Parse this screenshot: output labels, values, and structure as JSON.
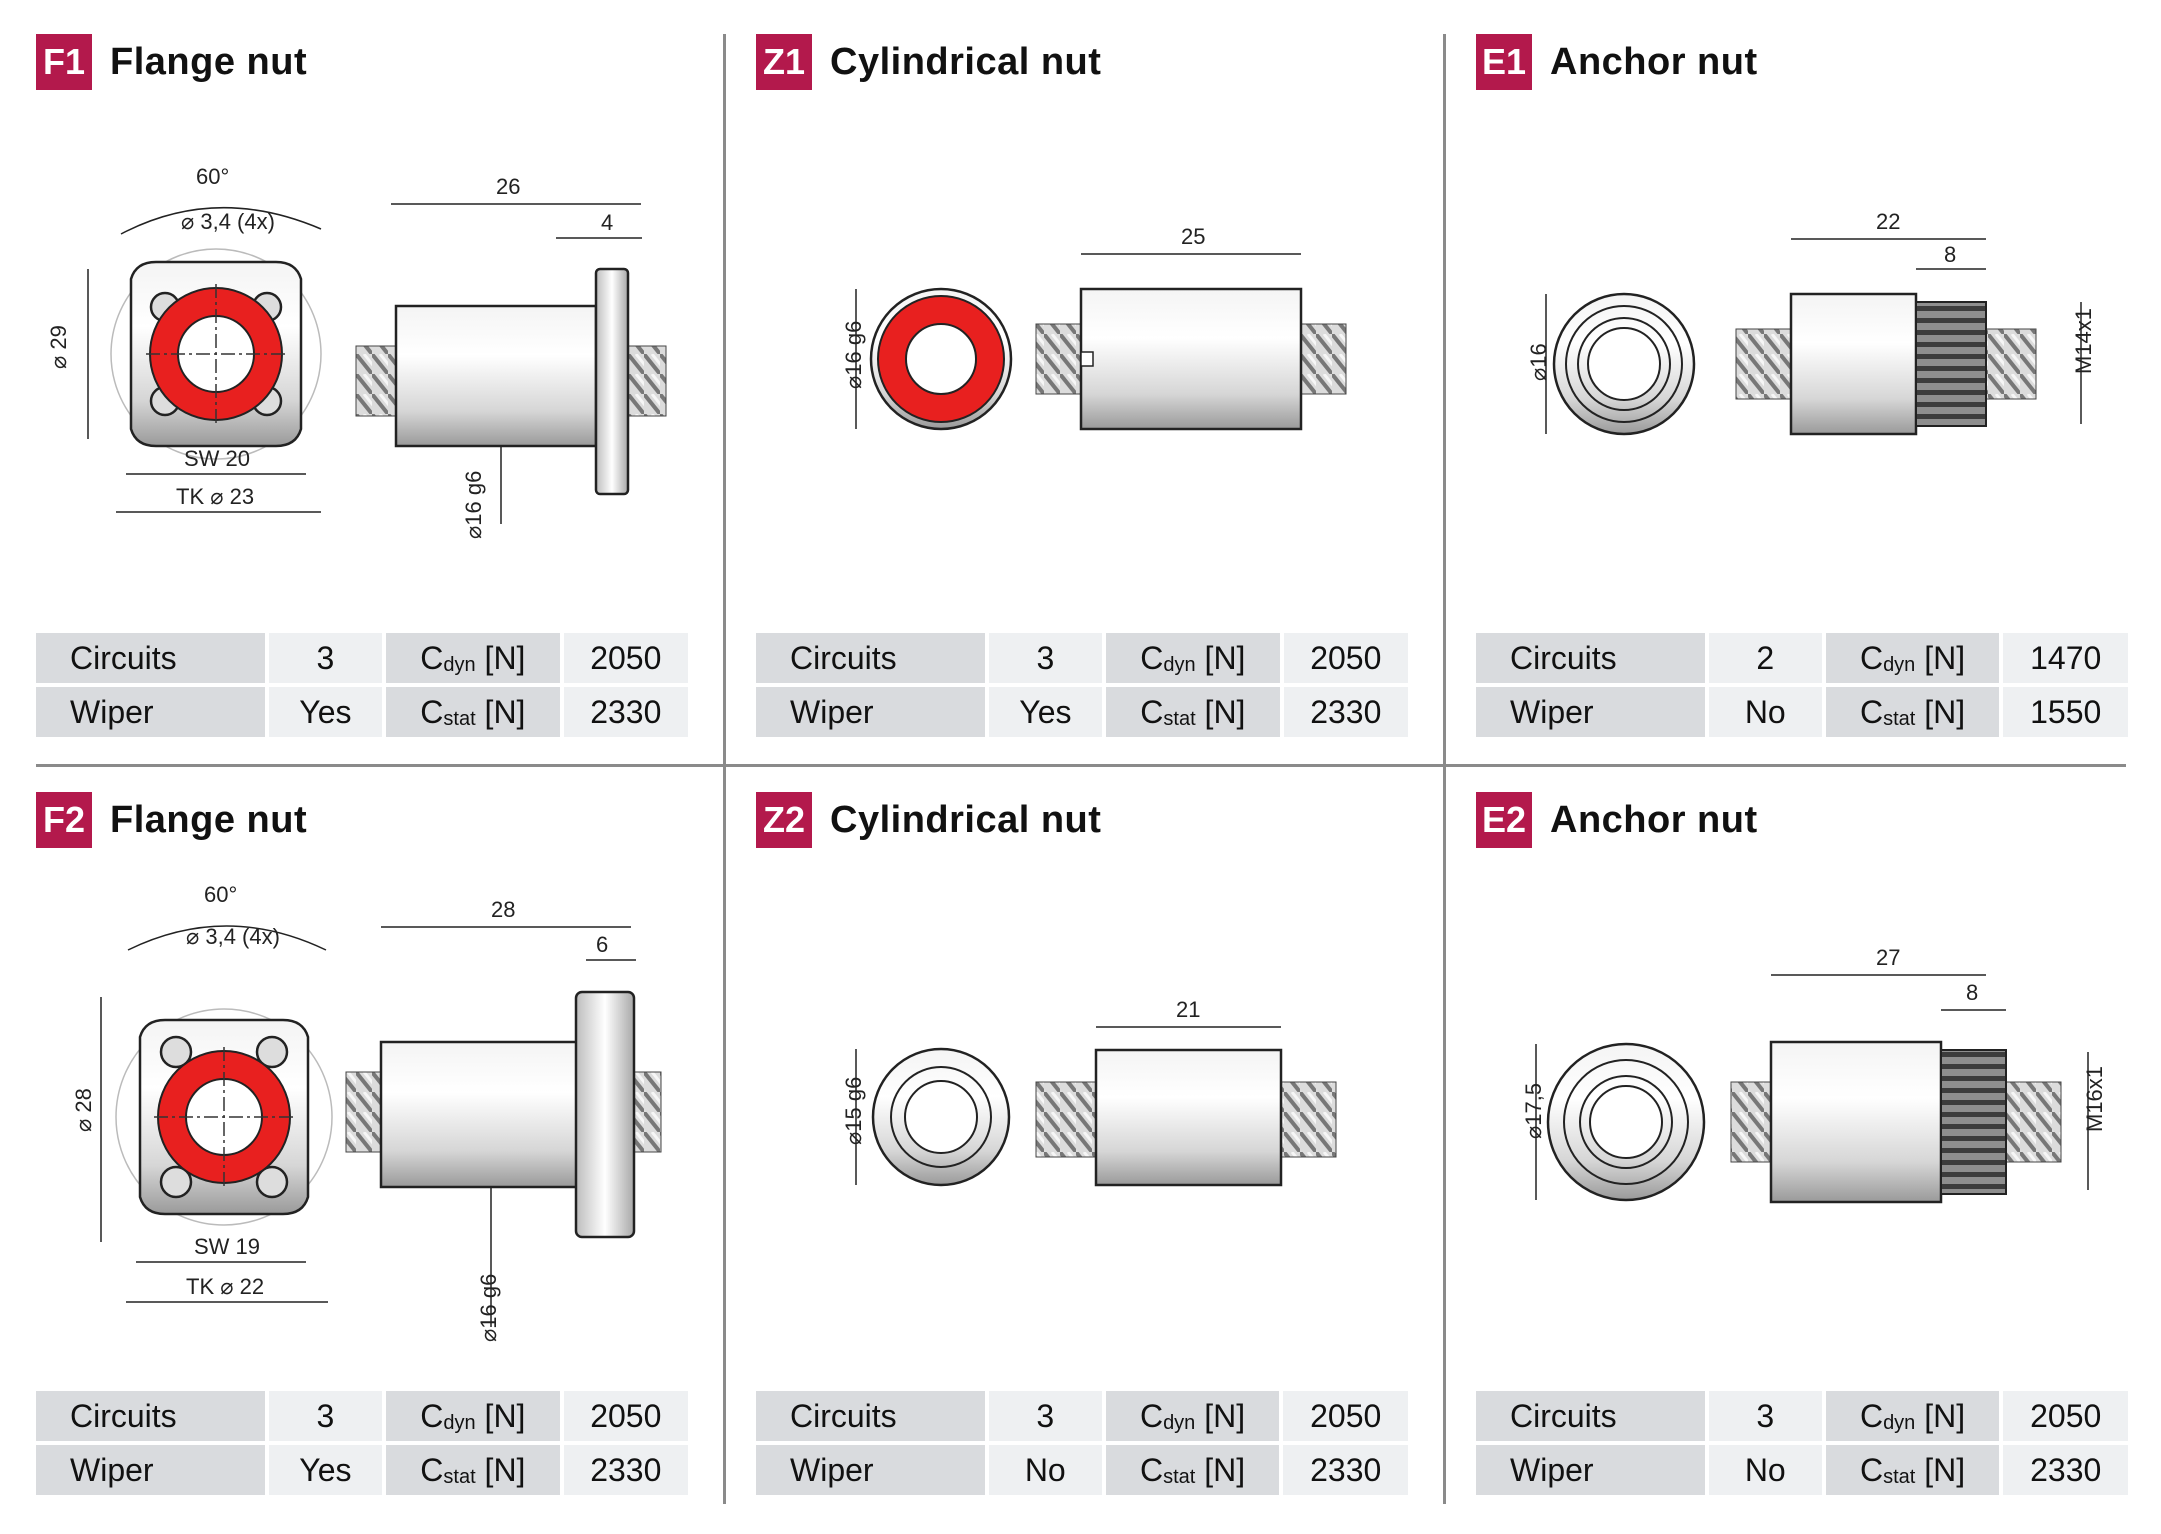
{
  "colors": {
    "accent": "#b3194c",
    "seal_red": "#e8201f"
  },
  "panels": [
    {
      "code": "F1",
      "title": "Flange nut",
      "dims": {
        "angle": "60°",
        "holes": "3,4 (4x)",
        "outer": "29",
        "sw": "SW 20",
        "tk": "TK ⌀ 23",
        "length": "26",
        "flange": "4",
        "bore": "⌀16 g6"
      },
      "specs": {
        "circuits_label": "Circuits",
        "circuits": "3",
        "wiper_label": "Wiper",
        "wiper": "Yes",
        "cdyn_c": "C",
        "cdyn_sub": "dyn",
        "cdyn_unit": " [N]",
        "cdyn": "2050",
        "cstat_c": "C",
        "cstat_sub": "stat",
        "cstat_unit": " [N]",
        "cstat": "2330"
      }
    },
    {
      "code": "Z1",
      "title": "Cylindrical nut",
      "dims": {
        "diam": "⌀16 g6",
        "length": "25"
      },
      "specs": {
        "circuits_label": "Circuits",
        "circuits": "3",
        "wiper_label": "Wiper",
        "wiper": "Yes",
        "cdyn_c": "C",
        "cdyn_sub": "dyn",
        "cdyn_unit": " [N]",
        "cdyn": "2050",
        "cstat_c": "C",
        "cstat_sub": "stat",
        "cstat_unit": " [N]",
        "cstat": "2330"
      }
    },
    {
      "code": "E1",
      "title": "Anchor nut",
      "dims": {
        "diam": "⌀16",
        "length": "22",
        "thread_len": "8",
        "thread": "M14x1"
      },
      "specs": {
        "circuits_label": "Circuits",
        "circuits": "2",
        "wiper_label": "Wiper",
        "wiper": "No",
        "cdyn_c": "C",
        "cdyn_sub": "dyn",
        "cdyn_unit": " [N]",
        "cdyn": "1470",
        "cstat_c": "C",
        "cstat_sub": "stat",
        "cstat_unit": " [N]",
        "cstat": "1550"
      }
    },
    {
      "code": "F2",
      "title": "Flange nut",
      "dims": {
        "angle": "60°",
        "holes": "3,4 (4x)",
        "outer": "28",
        "sw": "SW 19",
        "tk": "TK ⌀ 22",
        "length": "28",
        "flange": "6",
        "bore": "⌀16 g6"
      },
      "specs": {
        "circuits_label": "Circuits",
        "circuits": "3",
        "wiper_label": "Wiper",
        "wiper": "Yes",
        "cdyn_c": "C",
        "cdyn_sub": "dyn",
        "cdyn_unit": " [N]",
        "cdyn": "2050",
        "cstat_c": "C",
        "cstat_sub": "stat",
        "cstat_unit": " [N]",
        "cstat": "2330"
      }
    },
    {
      "code": "Z2",
      "title": "Cylindrical nut",
      "dims": {
        "diam": "⌀15 g6",
        "length": "21"
      },
      "specs": {
        "circuits_label": "Circuits",
        "circuits": "3",
        "wiper_label": "Wiper",
        "wiper": "No",
        "cdyn_c": "C",
        "cdyn_sub": "dyn",
        "cdyn_unit": " [N]",
        "cdyn": "2050",
        "cstat_c": "C",
        "cstat_sub": "stat",
        "cstat_unit": " [N]",
        "cstat": "2330"
      }
    },
    {
      "code": "E2",
      "title": "Anchor nut",
      "dims": {
        "diam": "⌀17,5",
        "length": "27",
        "thread_len": "8",
        "thread": "M16x1"
      },
      "specs": {
        "circuits_label": "Circuits",
        "circuits": "3",
        "wiper_label": "Wiper",
        "wiper": "No",
        "cdyn_c": "C",
        "cdyn_sub": "dyn",
        "cdyn_unit": " [N]",
        "cdyn": "2050",
        "cstat_c": "C",
        "cstat_sub": "stat",
        "cstat_unit": " [N]",
        "cstat": "2330"
      }
    }
  ]
}
